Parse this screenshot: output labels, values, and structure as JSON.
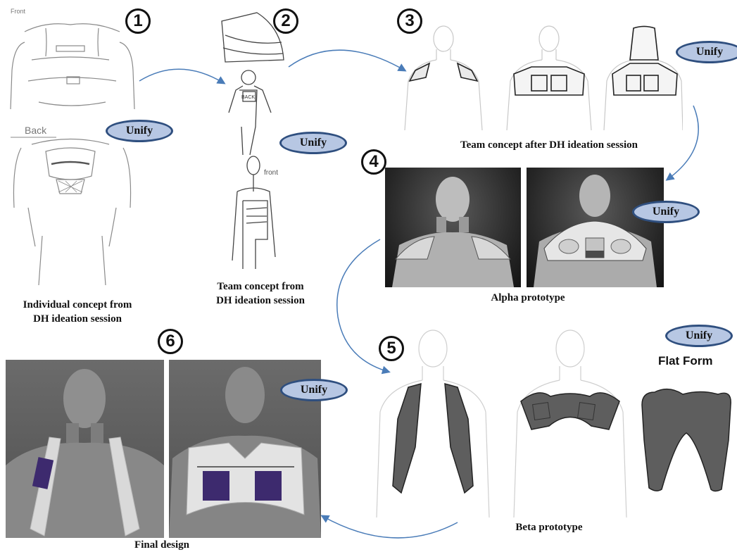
{
  "steps": [
    {
      "number": "1",
      "caption_line1": "Individual concept from",
      "caption_line2": "DH ideation session"
    },
    {
      "number": "2",
      "caption_line1": "Team concept from",
      "caption_line2": "DH ideation session"
    },
    {
      "number": "3",
      "caption": "Team concept after DH ideation session"
    },
    {
      "number": "4",
      "caption": "Alpha prototype"
    },
    {
      "number": "5",
      "caption": "Beta prototype",
      "extra_label": "Flat Form"
    },
    {
      "number": "6",
      "caption": "Final design"
    }
  ],
  "badge_label": "Unify",
  "sketch_text": {
    "front": "Front",
    "back": "Back",
    "back_small": "BACK",
    "front_small": "front"
  },
  "colors": {
    "badge_fill": "#b7c7e3",
    "badge_border": "#2f4f7f",
    "arrow": "#4a7cb8",
    "vest_grey": "#5e5e5e",
    "panel_purple": "#3d2a6e"
  }
}
